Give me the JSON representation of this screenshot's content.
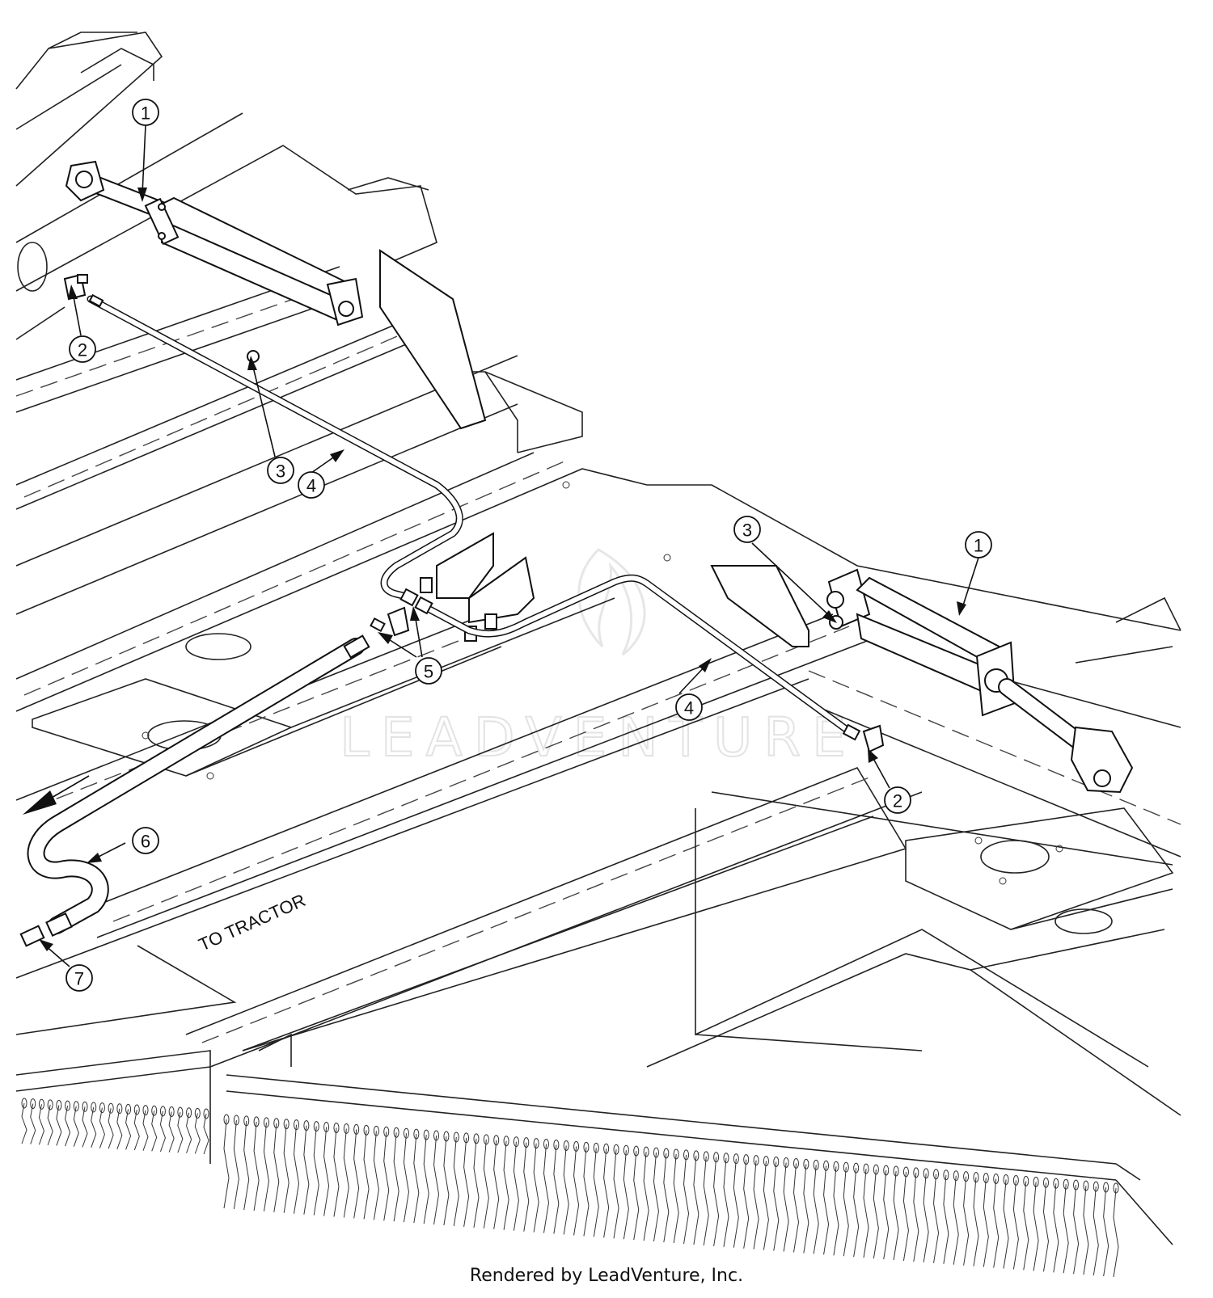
{
  "diagram": {
    "callouts": [
      {
        "label": "1"
      },
      {
        "label": "1"
      },
      {
        "label": "2"
      },
      {
        "label": "2"
      },
      {
        "label": "3"
      },
      {
        "label": "3"
      },
      {
        "label": "4"
      },
      {
        "label": "4"
      },
      {
        "label": "5"
      },
      {
        "label": "6"
      },
      {
        "label": "7"
      }
    ],
    "annotation": "TO TRACTOR",
    "watermark": "LEADVENTURE"
  },
  "footer": {
    "credit": "Rendered by LeadVenture, Inc."
  }
}
